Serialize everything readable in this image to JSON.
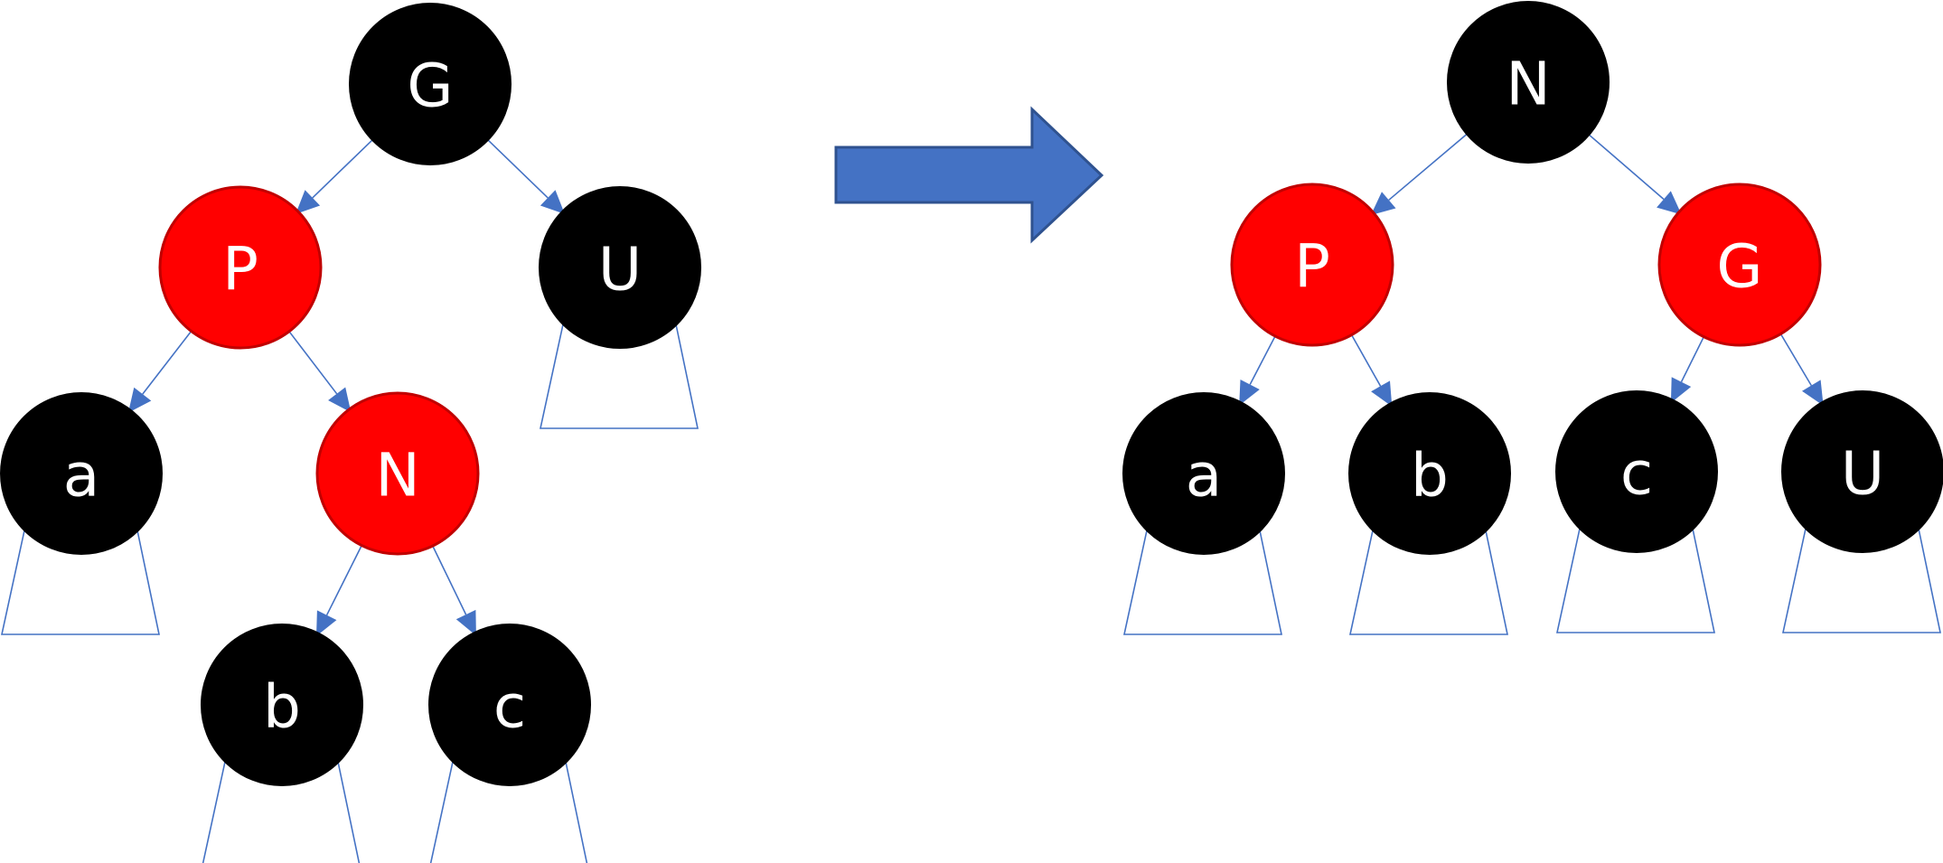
{
  "colors": {
    "red_node": "#FF0000",
    "black_node": "#000000",
    "edge": "#4472C4",
    "arrow_fill": "#4472C4",
    "arrow_border": "#2F528F",
    "label": "#FFFFFF"
  },
  "before_tree": {
    "nodes": [
      {
        "id": "G",
        "label": "G",
        "color": "black"
      },
      {
        "id": "P",
        "label": "P",
        "color": "red"
      },
      {
        "id": "U",
        "label": "U",
        "color": "black"
      },
      {
        "id": "a",
        "label": "a",
        "color": "black"
      },
      {
        "id": "N",
        "label": "N",
        "color": "red"
      },
      {
        "id": "b",
        "label": "b",
        "color": "black"
      },
      {
        "id": "c",
        "label": "c",
        "color": "black"
      }
    ],
    "edges": [
      {
        "from": "G",
        "to": "P"
      },
      {
        "from": "G",
        "to": "U"
      },
      {
        "from": "P",
        "to": "a"
      },
      {
        "from": "P",
        "to": "N"
      },
      {
        "from": "N",
        "to": "b"
      },
      {
        "from": "N",
        "to": "c"
      }
    ],
    "subtrees_under": [
      "U",
      "a",
      "b",
      "c"
    ]
  },
  "transform_arrow": {
    "direction": "right",
    "icon": "right-arrow-icon"
  },
  "after_tree": {
    "nodes": [
      {
        "id": "N",
        "label": "N",
        "color": "black"
      },
      {
        "id": "P",
        "label": "P",
        "color": "red"
      },
      {
        "id": "G",
        "label": "G",
        "color": "red"
      },
      {
        "id": "a",
        "label": "a",
        "color": "black"
      },
      {
        "id": "b",
        "label": "b",
        "color": "black"
      },
      {
        "id": "c",
        "label": "c",
        "color": "black"
      },
      {
        "id": "U",
        "label": "U",
        "color": "black"
      }
    ],
    "edges": [
      {
        "from": "N",
        "to": "P"
      },
      {
        "from": "N",
        "to": "G"
      },
      {
        "from": "P",
        "to": "a"
      },
      {
        "from": "P",
        "to": "b"
      },
      {
        "from": "G",
        "to": "c"
      },
      {
        "from": "G",
        "to": "U"
      }
    ],
    "subtrees_under": [
      "a",
      "b",
      "c",
      "U"
    ]
  }
}
